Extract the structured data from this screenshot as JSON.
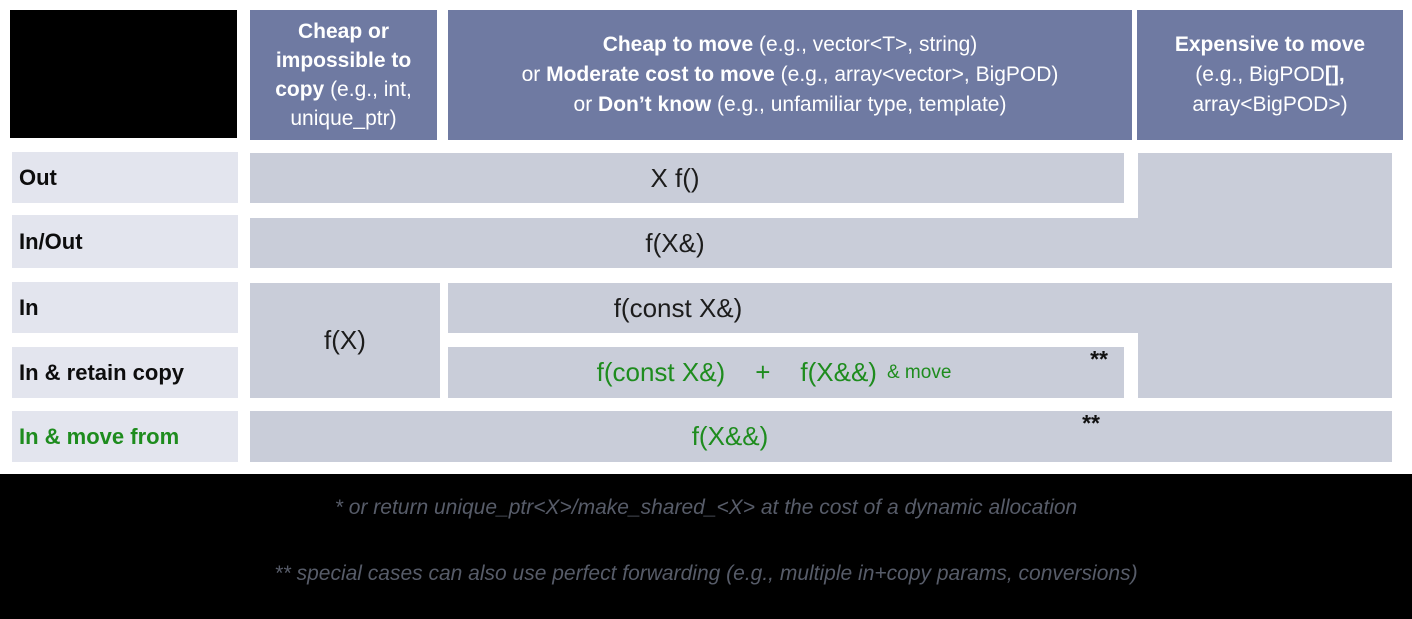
{
  "colors": {
    "header_bg": "#6f7aa2",
    "cell_bg": "#c9cdd9",
    "row_label_bg": "#e3e5ee",
    "accent_green": "#1e8c1e",
    "footnote_text": "#575c69",
    "corner_bg": "#000000"
  },
  "header": {
    "col1": {
      "bold": "Cheap or impossible to copy",
      "normal": " (e.g., int, unique_ptr)"
    },
    "col2": {
      "line1_bold": "Cheap to move",
      "line1_rest": " (e.g., vector<T>, string)",
      "line2_pre": "or ",
      "line2_bold": "Moderate cost to move",
      "line2_rest": " (e.g., array<vector>, BigPOD)",
      "line3_pre": "or ",
      "line3_bold": "Don’t know",
      "line3_rest": " (e.g., unfamiliar type, template)"
    },
    "col3": {
      "line1_bold": "Expensive to move",
      "line2_pre": "(e.g., BigPOD",
      "line2_bold": "[],",
      "line3": "array<BigPOD>)"
    }
  },
  "rows": {
    "out": {
      "label": "Out",
      "value": "X f()"
    },
    "inout": {
      "label": "In/Out",
      "value": "f(X&)"
    },
    "in": {
      "label": "In",
      "col1_value": "f(X)",
      "value": "f(const X&)"
    },
    "retain": {
      "label": "In & retain copy",
      "part1": "f(const X&)",
      "plus": "+",
      "part2": "f(X&&)",
      "suffix": "& move",
      "marker": "**"
    },
    "movefrom": {
      "label": "In & move from",
      "value": "f(X&&)",
      "marker": "**"
    }
  },
  "footnotes": {
    "line1": "* or return unique_ptr<X>/make_shared_<X> at the cost of a dynamic allocation",
    "line2": "** special cases can also use perfect forwarding (e.g., multiple in+copy params, conversions)"
  }
}
